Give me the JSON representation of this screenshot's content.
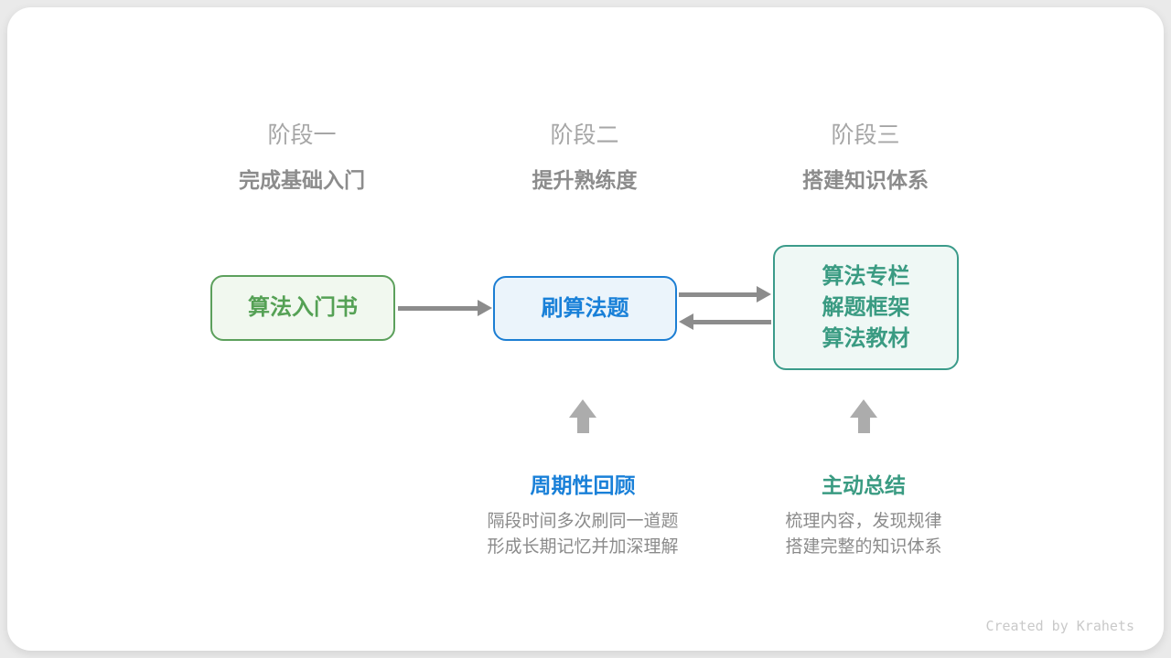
{
  "diagram": {
    "stages": [
      {
        "label": "阶段一",
        "title": "完成基础入门"
      },
      {
        "label": "阶段二",
        "title": "提升熟练度"
      },
      {
        "label": "阶段三",
        "title": "搭建知识体系"
      }
    ],
    "nodes": {
      "beginner_book": {
        "label": "算法入门书",
        "text_color": "#55a155",
        "border_color": "#5ca05c",
        "fill_color": "#f1f8ef"
      },
      "practice": {
        "label": "刷算法题",
        "text_color": "#1980d8",
        "border_color": "#1c7ed3",
        "fill_color": "#ebf4fb"
      },
      "resources": {
        "lines": [
          "算法专栏",
          "解题框架",
          "算法教材"
        ],
        "text_color": "#3a9b82",
        "border_color": "#3b9b8a",
        "fill_color": "#eff8f5"
      }
    },
    "annotations": [
      {
        "title": "周期性回顾",
        "title_color": "#1980d8",
        "lines": [
          "隔段时间多次刷同一道题",
          "形成长期记忆并加深理解"
        ]
      },
      {
        "title": "主动总结",
        "title_color": "#3a9b82",
        "lines": [
          "梳理内容，发现规律",
          "搭建完整的知识体系"
        ]
      }
    ],
    "arrow_color": "#8c8c8c",
    "up_arrow_color": "#acacac"
  },
  "footer": {
    "credit": "Created by Krahets"
  }
}
